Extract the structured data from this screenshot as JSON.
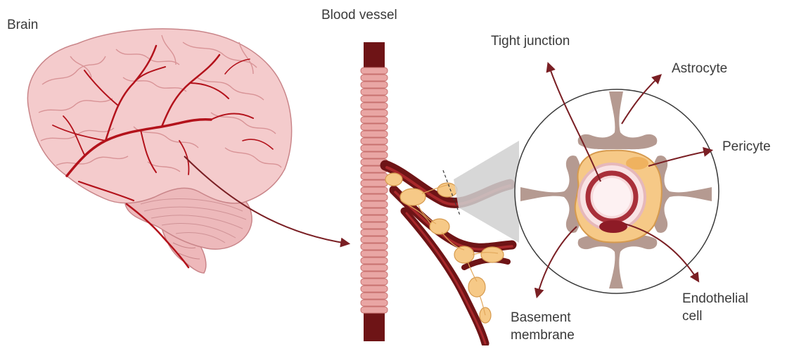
{
  "labels": {
    "brain": "Brain",
    "blood_vessel": "Blood vessel",
    "tight_junction": "Tight junction",
    "astrocyte": "Astrocyte",
    "pericyte": "Pericyte",
    "endothelial_line1": "Endothelial",
    "endothelial_line2": "cell",
    "basement_line1": "Basement",
    "basement_line2": "membrane"
  },
  "colors": {
    "arrow": "#7a1f24",
    "artery": "#b3121b",
    "brain_fill": "#f2c9c9",
    "brain_fold": "#d99a9d",
    "vessel_segment": "#e9a6a4",
    "vessel_dark": "#6e1416",
    "pericyte": "#f6c987",
    "astrocyte": "#b59a91",
    "zoom_cone": "#d0d0d0"
  },
  "icons": {
    "brain": "brain-illustration",
    "vessel": "blood-vessel-illustration",
    "cross_section": "bbb-cross-section"
  }
}
